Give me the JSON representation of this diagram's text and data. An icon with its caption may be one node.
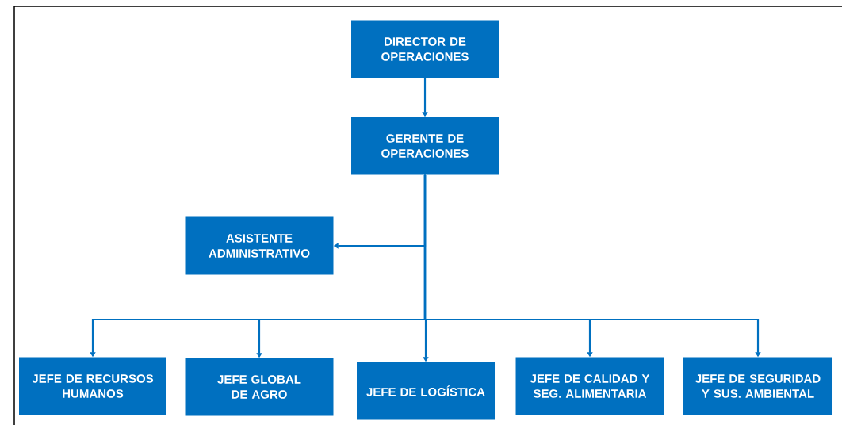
{
  "diagram": {
    "nodes": [
      {
        "text": [
          "DIRECTOR DE OPERACIONES"
        ]
      },
      {
        "text": [
          "GERENTE DE OPERACIONES"
        ]
      },
      {
        "text": [
          "ASISTENTE ADMINISTRATIVO"
        ]
      },
      {
        "text": [
          "JEFE DE RECURSOS HUMANOS"
        ]
      },
      {
        "text": [
          "JEFE GLOBAL DE AGRO"
        ]
      },
      {
        "text": [
          "JEFE DE LOGÍSTICA"
        ]
      },
      {
        "text": [
          "JEFE DE CALIDAD Y SEG. ALIMENTARIA"
        ]
      },
      {
        "text": [
          "JEFE DE SEGURIDAD Y SUS. AMBIENTAL"
        ]
      }
    ],
    "edges": [
      {
        "from": 0,
        "to": 1,
        "arrow": "to"
      },
      {
        "from": 1,
        "to": 2,
        "arrow": "to"
      },
      {
        "from": 1,
        "to": 3,
        "arrow": "to"
      },
      {
        "from": 1,
        "to": 4,
        "arrow": "to"
      },
      {
        "from": 1,
        "to": 5,
        "arrow": "to"
      },
      {
        "from": 1,
        "to": 6,
        "arrow": "to"
      },
      {
        "from": 1,
        "to": 7,
        "arrow": "to"
      }
    ]
  }
}
